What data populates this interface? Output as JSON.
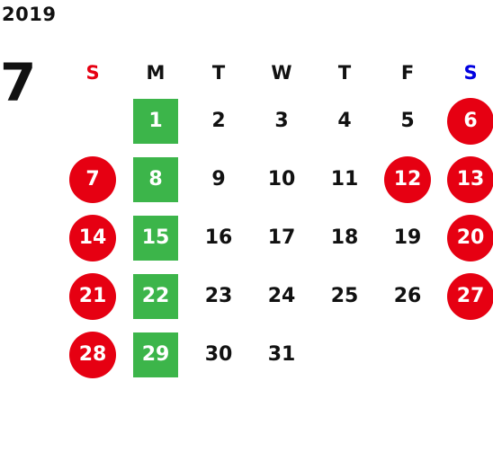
{
  "year": "2019",
  "month": "7",
  "weekdays": [
    {
      "label": "S",
      "kind": "sun"
    },
    {
      "label": "M",
      "kind": "normal"
    },
    {
      "label": "T",
      "kind": "normal"
    },
    {
      "label": "W",
      "kind": "normal"
    },
    {
      "label": "T",
      "kind": "normal"
    },
    {
      "label": "F",
      "kind": "normal"
    },
    {
      "label": "S",
      "kind": "sat"
    }
  ],
  "colors": {
    "weekend_red": "#e60012",
    "saturday_blue": "#0000e0",
    "monday_green": "#3cb54a"
  },
  "weeks": [
    [
      {
        "label": "",
        "style": "empty"
      },
      {
        "label": "1",
        "style": "monday"
      },
      {
        "label": "2",
        "style": "normal"
      },
      {
        "label": "3",
        "style": "normal"
      },
      {
        "label": "4",
        "style": "normal"
      },
      {
        "label": "5",
        "style": "normal"
      },
      {
        "label": "6",
        "style": "holiday"
      }
    ],
    [
      {
        "label": "7",
        "style": "holiday"
      },
      {
        "label": "8",
        "style": "monday"
      },
      {
        "label": "9",
        "style": "normal"
      },
      {
        "label": "10",
        "style": "normal"
      },
      {
        "label": "11",
        "style": "normal"
      },
      {
        "label": "12",
        "style": "holiday"
      },
      {
        "label": "13",
        "style": "holiday"
      }
    ],
    [
      {
        "label": "14",
        "style": "holiday"
      },
      {
        "label": "15",
        "style": "monday"
      },
      {
        "label": "16",
        "style": "normal"
      },
      {
        "label": "17",
        "style": "normal"
      },
      {
        "label": "18",
        "style": "normal"
      },
      {
        "label": "19",
        "style": "normal"
      },
      {
        "label": "20",
        "style": "holiday"
      }
    ],
    [
      {
        "label": "21",
        "style": "holiday"
      },
      {
        "label": "22",
        "style": "monday"
      },
      {
        "label": "23",
        "style": "normal"
      },
      {
        "label": "24",
        "style": "normal"
      },
      {
        "label": "25",
        "style": "normal"
      },
      {
        "label": "26",
        "style": "normal"
      },
      {
        "label": "27",
        "style": "holiday"
      }
    ],
    [
      {
        "label": "28",
        "style": "holiday"
      },
      {
        "label": "29",
        "style": "monday"
      },
      {
        "label": "30",
        "style": "normal"
      },
      {
        "label": "31",
        "style": "normal"
      },
      {
        "label": "",
        "style": "empty"
      },
      {
        "label": "",
        "style": "empty"
      },
      {
        "label": "",
        "style": "empty"
      }
    ]
  ]
}
